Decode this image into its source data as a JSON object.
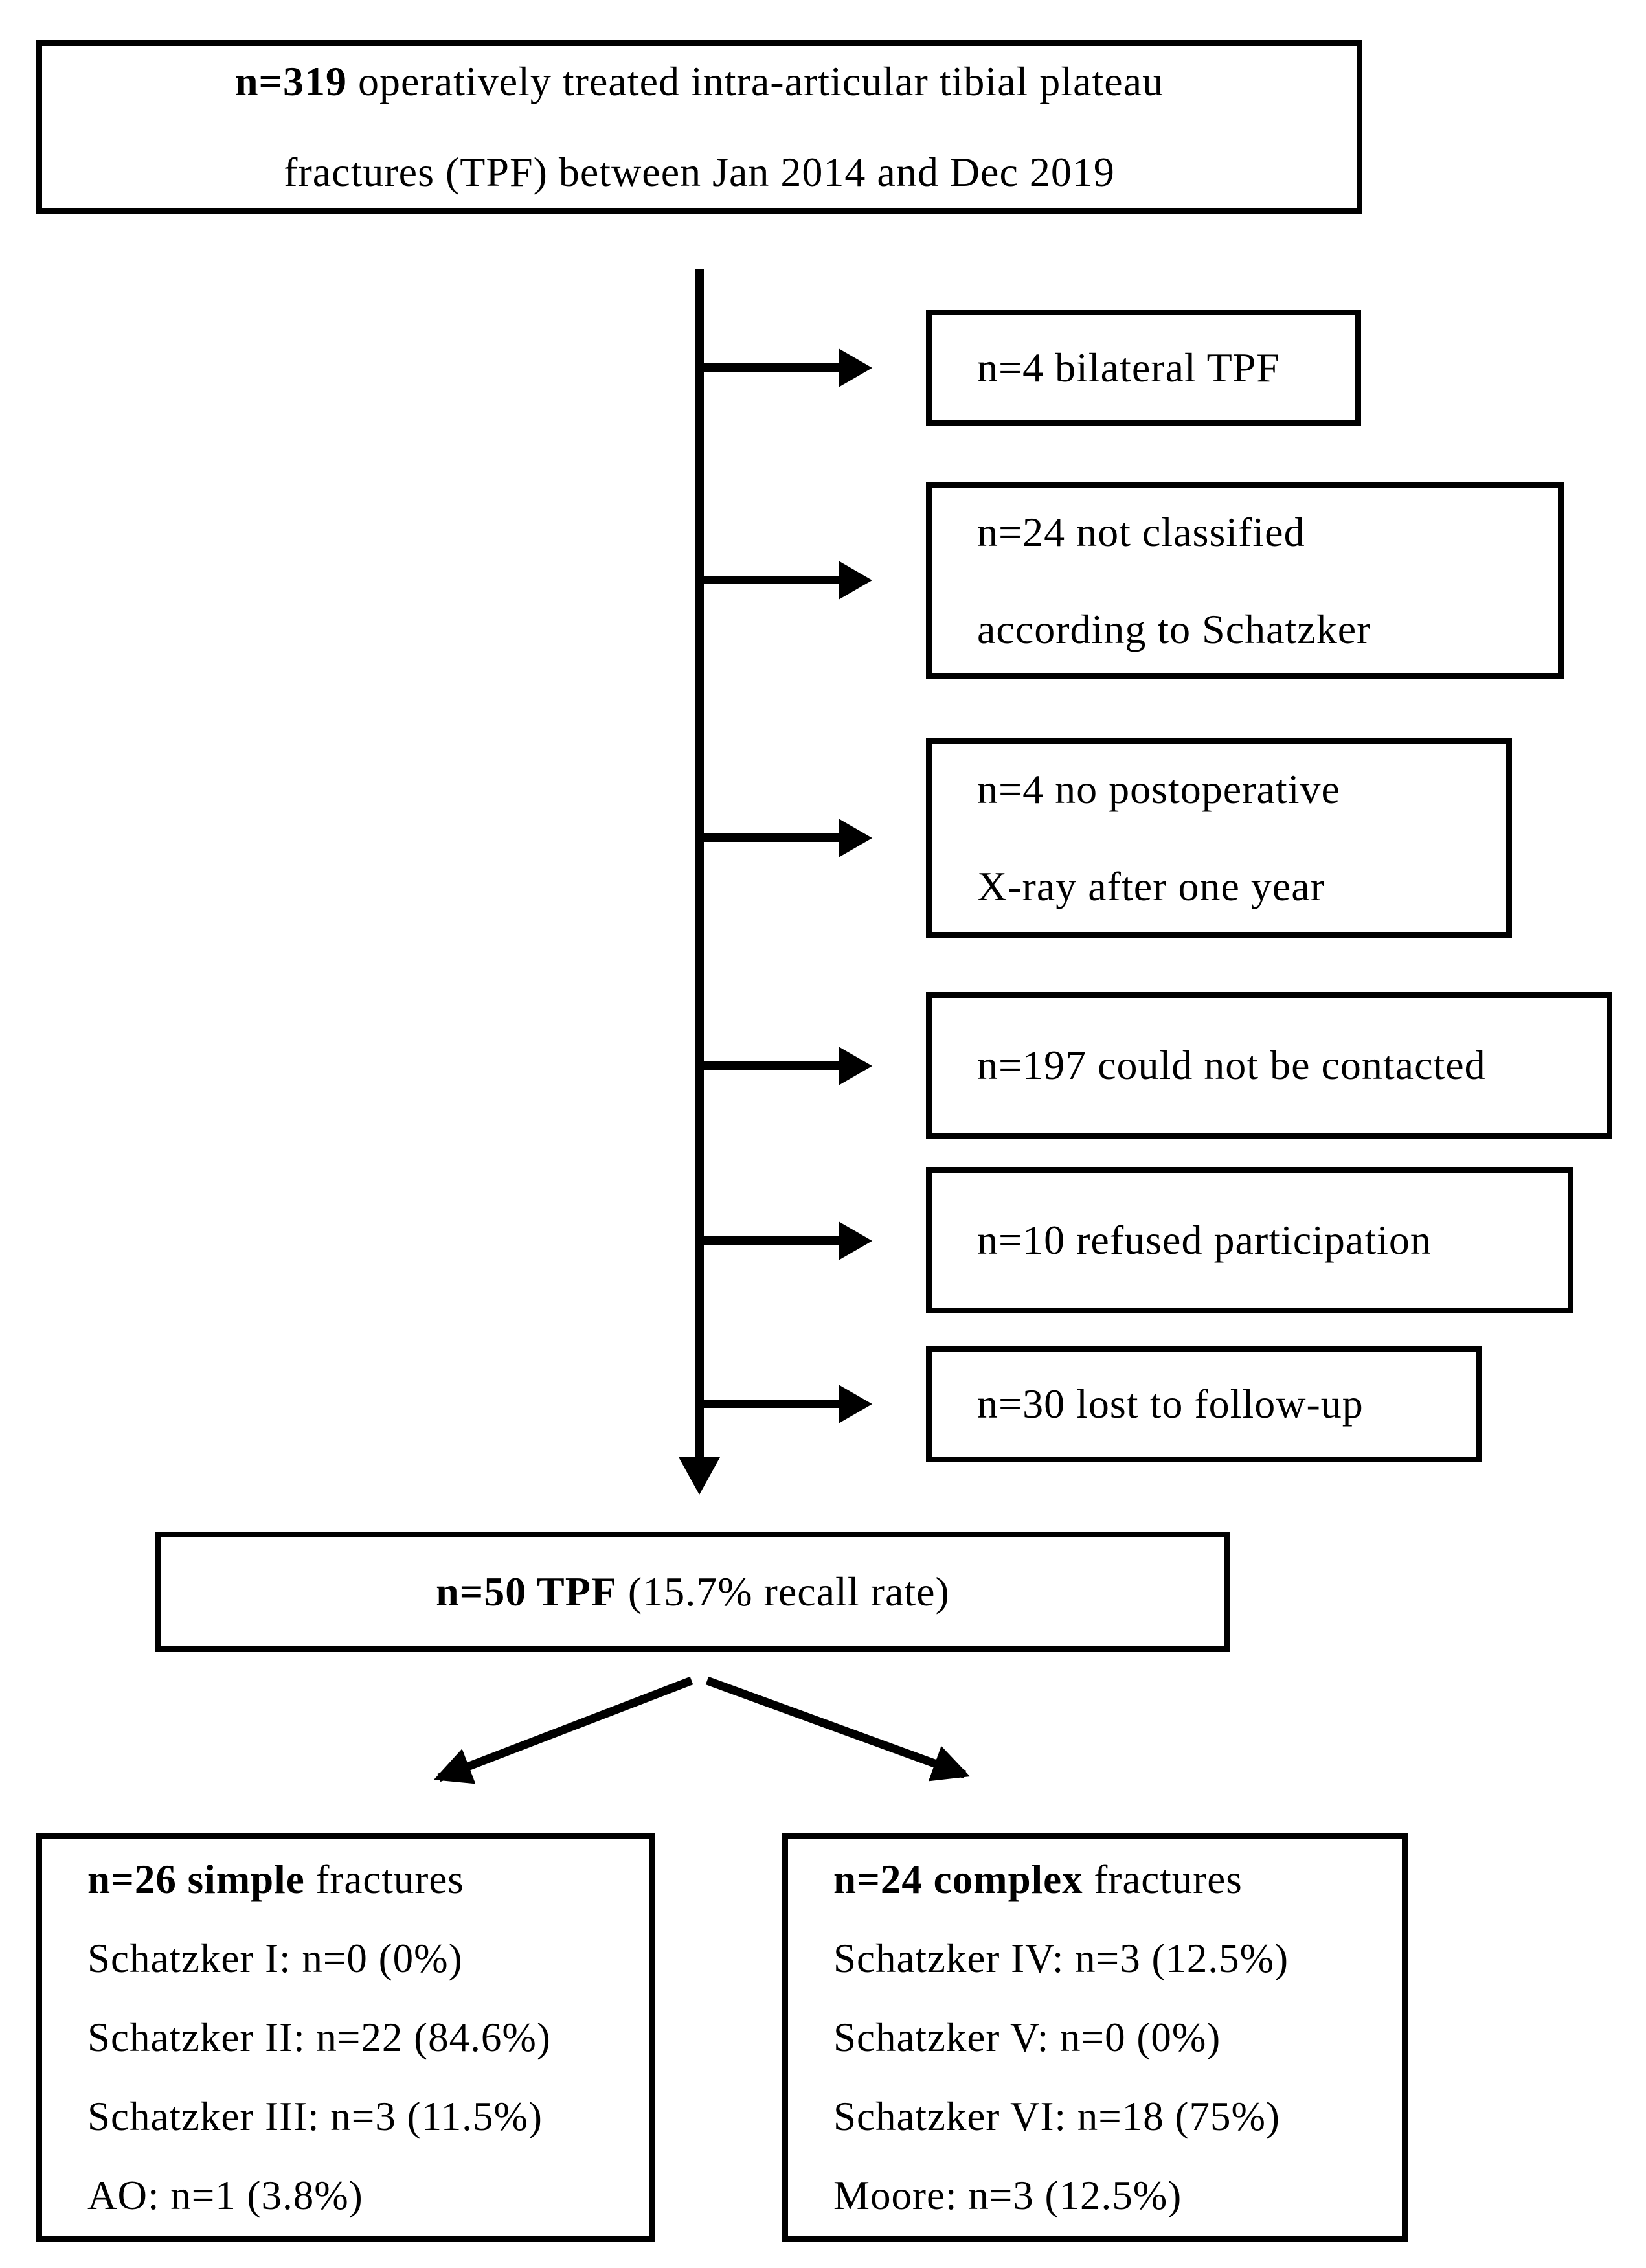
{
  "diagram": {
    "colors": {
      "line": "#000000",
      "background": "#ffffff"
    },
    "title_box": {
      "line1_bold": "n=319",
      "line1_rest": " operatively treated intra-articular tibial plateau",
      "line2": "fractures (TPF) between Jan 2014 and Dec 2019"
    },
    "exclusions": [
      {
        "lines": [
          "n=4 bilateral TPF"
        ]
      },
      {
        "lines": [
          "n=24 not classified",
          "according to Schatzker"
        ]
      },
      {
        "lines": [
          "n=4 no postoperative",
          "X-ray after one year"
        ]
      },
      {
        "lines": [
          "n=197 could not be contacted"
        ]
      },
      {
        "lines": [
          "n=10 refused participation"
        ]
      },
      {
        "lines": [
          "n=30 lost to follow-up"
        ]
      }
    ],
    "recall_box": {
      "bold": "n=50 TPF",
      "rest": " (15.7% recall rate)"
    },
    "simple_box": {
      "heading_bold": "n=26 simple",
      "heading_rest": " fractures",
      "items": [
        "Schatzker I: n=0 (0%)",
        "Schatzker II: n=22 (84.6%)",
        "Schatzker III: n=3 (11.5%)",
        "AO: n=1 (3.8%)"
      ]
    },
    "complex_box": {
      "heading_bold": "n=24 complex",
      "heading_rest": " fractures",
      "items": [
        "Schatzker IV: n=3 (12.5%)",
        "Schatzker V: n=0 (0%)",
        "Schatzker VI: n=18 (75%)",
        "Moore: n=3 (12.5%)"
      ]
    }
  }
}
